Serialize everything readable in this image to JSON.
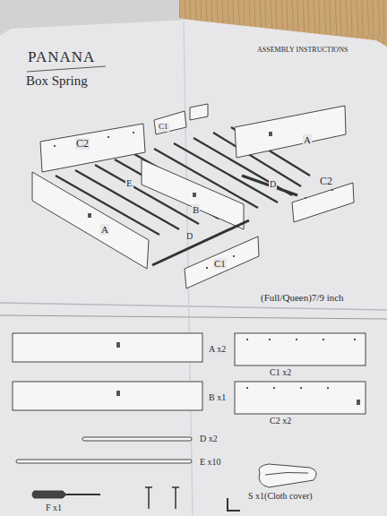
{
  "diagram": {
    "title": "PANANA",
    "labels": [
      "Box Spring",
      "ASSEMBLY INSTRUCTIONS",
      "C2",
      "C1",
      "A",
      "E",
      "B",
      "D",
      "C2",
      "A",
      "D",
      "C1",
      "(Full/Queen)7/9 inch",
      "A x2",
      "C1 x2",
      "B x1",
      "C2 x2",
      "D x2",
      "E x10",
      "S x1(Cloth cover)",
      "F x1"
    ]
  }
}
